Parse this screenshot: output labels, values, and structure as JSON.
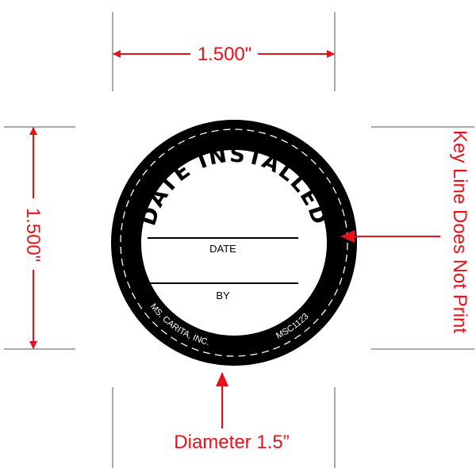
{
  "width_label": "1.500\"",
  "height_label": "1.500\"",
  "keyline_note": "Key Line Does Not Print",
  "diameter_label": "Diameter 1.5”",
  "label": {
    "title": "DATE INSTALLED",
    "field_1": "DATE",
    "field_2": "BY",
    "manufacturer": "MS. CARITA, INC.",
    "part_number": "MSC1123"
  },
  "colors": {
    "annotation": "#e3131b",
    "ring": "#000000",
    "keyline": "#ffffff"
  }
}
